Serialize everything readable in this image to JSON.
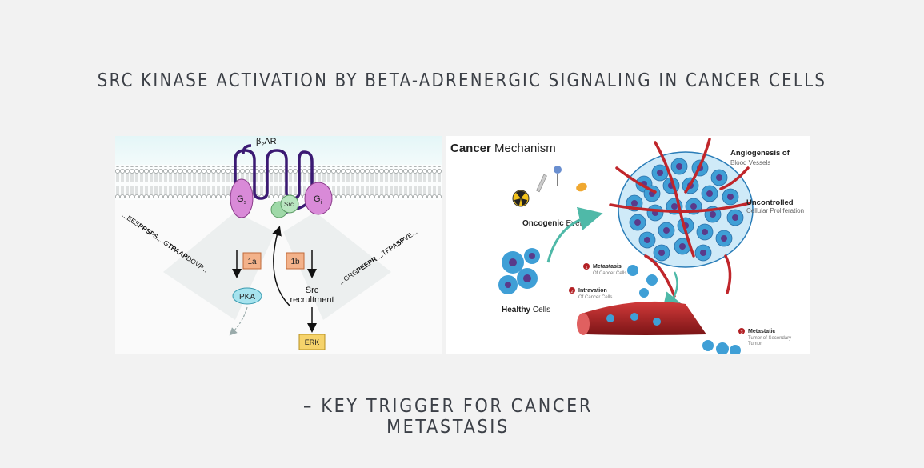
{
  "header": {
    "title": "SRC KINASE ACTIVATION BY BETA-ADRENERGIC SIGNALING IN CANCER CELLS"
  },
  "footer": {
    "subtitle": "– KEY TRIGGER FOR CANCER METASTASIS"
  },
  "left_diagram": {
    "receptor_label_base": "β",
    "receptor_label_sub": "2",
    "receptor_label_suffix": "AR",
    "gs_label": "G",
    "gs_sub": "s",
    "gi_label": "G",
    "gi_sub": "i",
    "src_label": "Src",
    "seq_left_a": "...EES",
    "seq_left_b": "PPSPS",
    "seq_left_c": "....G",
    "seq_left_d": "TPAAP",
    "seq_left_e": "DGVP...",
    "seq_right_a": "...GRG",
    "seq_right_b": "PEEPR",
    "seq_right_c": "....TF",
    "seq_right_d": "PASP",
    "seq_right_e": "VE...",
    "step_1a": "1a",
    "step_1b": "1b",
    "pka_label": "PKA",
    "src_recruit_1": "Src",
    "src_recruit_2": "recrultment",
    "erk_label": "ERK"
  },
  "right_diagram": {
    "title_bold": "Cancer",
    "title_rest": " Mechanism",
    "oncogenic_bold": "Oncogenic",
    "oncogenic_rest": " Event",
    "healthy_bold": "Healthy",
    "healthy_rest": " Cells",
    "angio_bold": "Angiogenesis of",
    "angio_sub": "Blood Vessels",
    "uncontrolled_bold": "Uncontrolled",
    "uncontrolled_sub": "Cellular Proliferation",
    "step1_num": "1",
    "step1_bold": "Metastasis",
    "step1_sub": "Of Cancer Cells",
    "step2_num": "2",
    "step2_bold": "Intravation",
    "step2_sub": "Of Cancer Cells",
    "step3_num": "3",
    "step3_bold": "Metastatic",
    "step3_sub": "Tumor of Secondary",
    "step3_sub2": "Tumor"
  },
  "colors": {
    "text": "#3c4047",
    "receptor": "#3b1a73",
    "g_protein": "#d98ad8",
    "src": "#9fd9a8",
    "pka": "#a6e3ee",
    "step_box": "#f3b28a",
    "erk": "#f6d36b",
    "cell": "#3f9fd6",
    "vessel": "#b32024"
  }
}
